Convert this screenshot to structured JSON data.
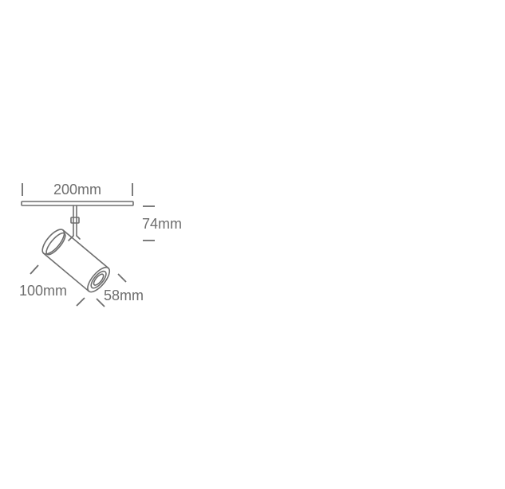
{
  "dimensions": {
    "width_label": "200mm",
    "height_label": "74mm",
    "length_label": "100mm",
    "diameter_label": "58mm"
  },
  "colors": {
    "line": "#6e6e6e",
    "background": "#ffffff"
  }
}
